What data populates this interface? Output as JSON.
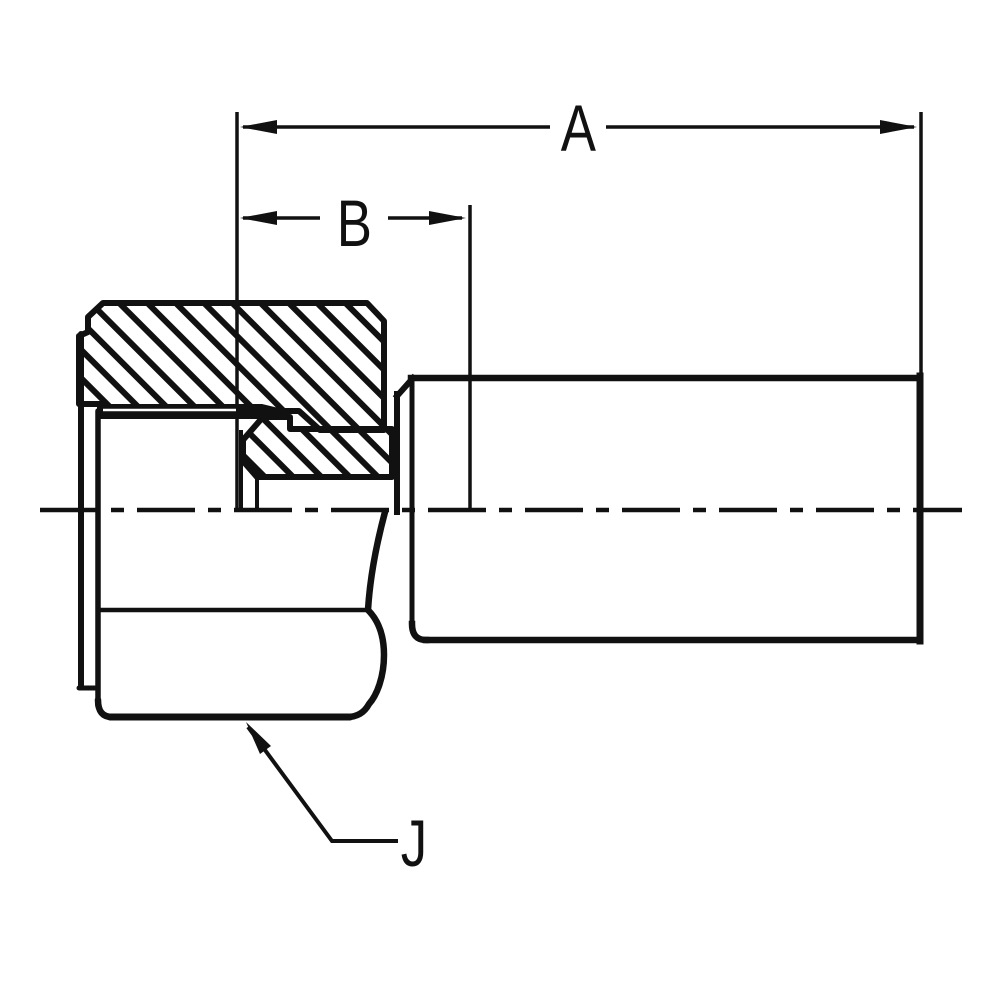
{
  "drawing": {
    "type": "engineering-cross-section",
    "subject": "hydraulic-hose-fitting-female-swivel-with-crimp-shell",
    "background_color": "#ffffff",
    "line_color": "#111111",
    "labels": {
      "dim_a": "A",
      "dim_b": "B",
      "leader_j": "J"
    }
  }
}
